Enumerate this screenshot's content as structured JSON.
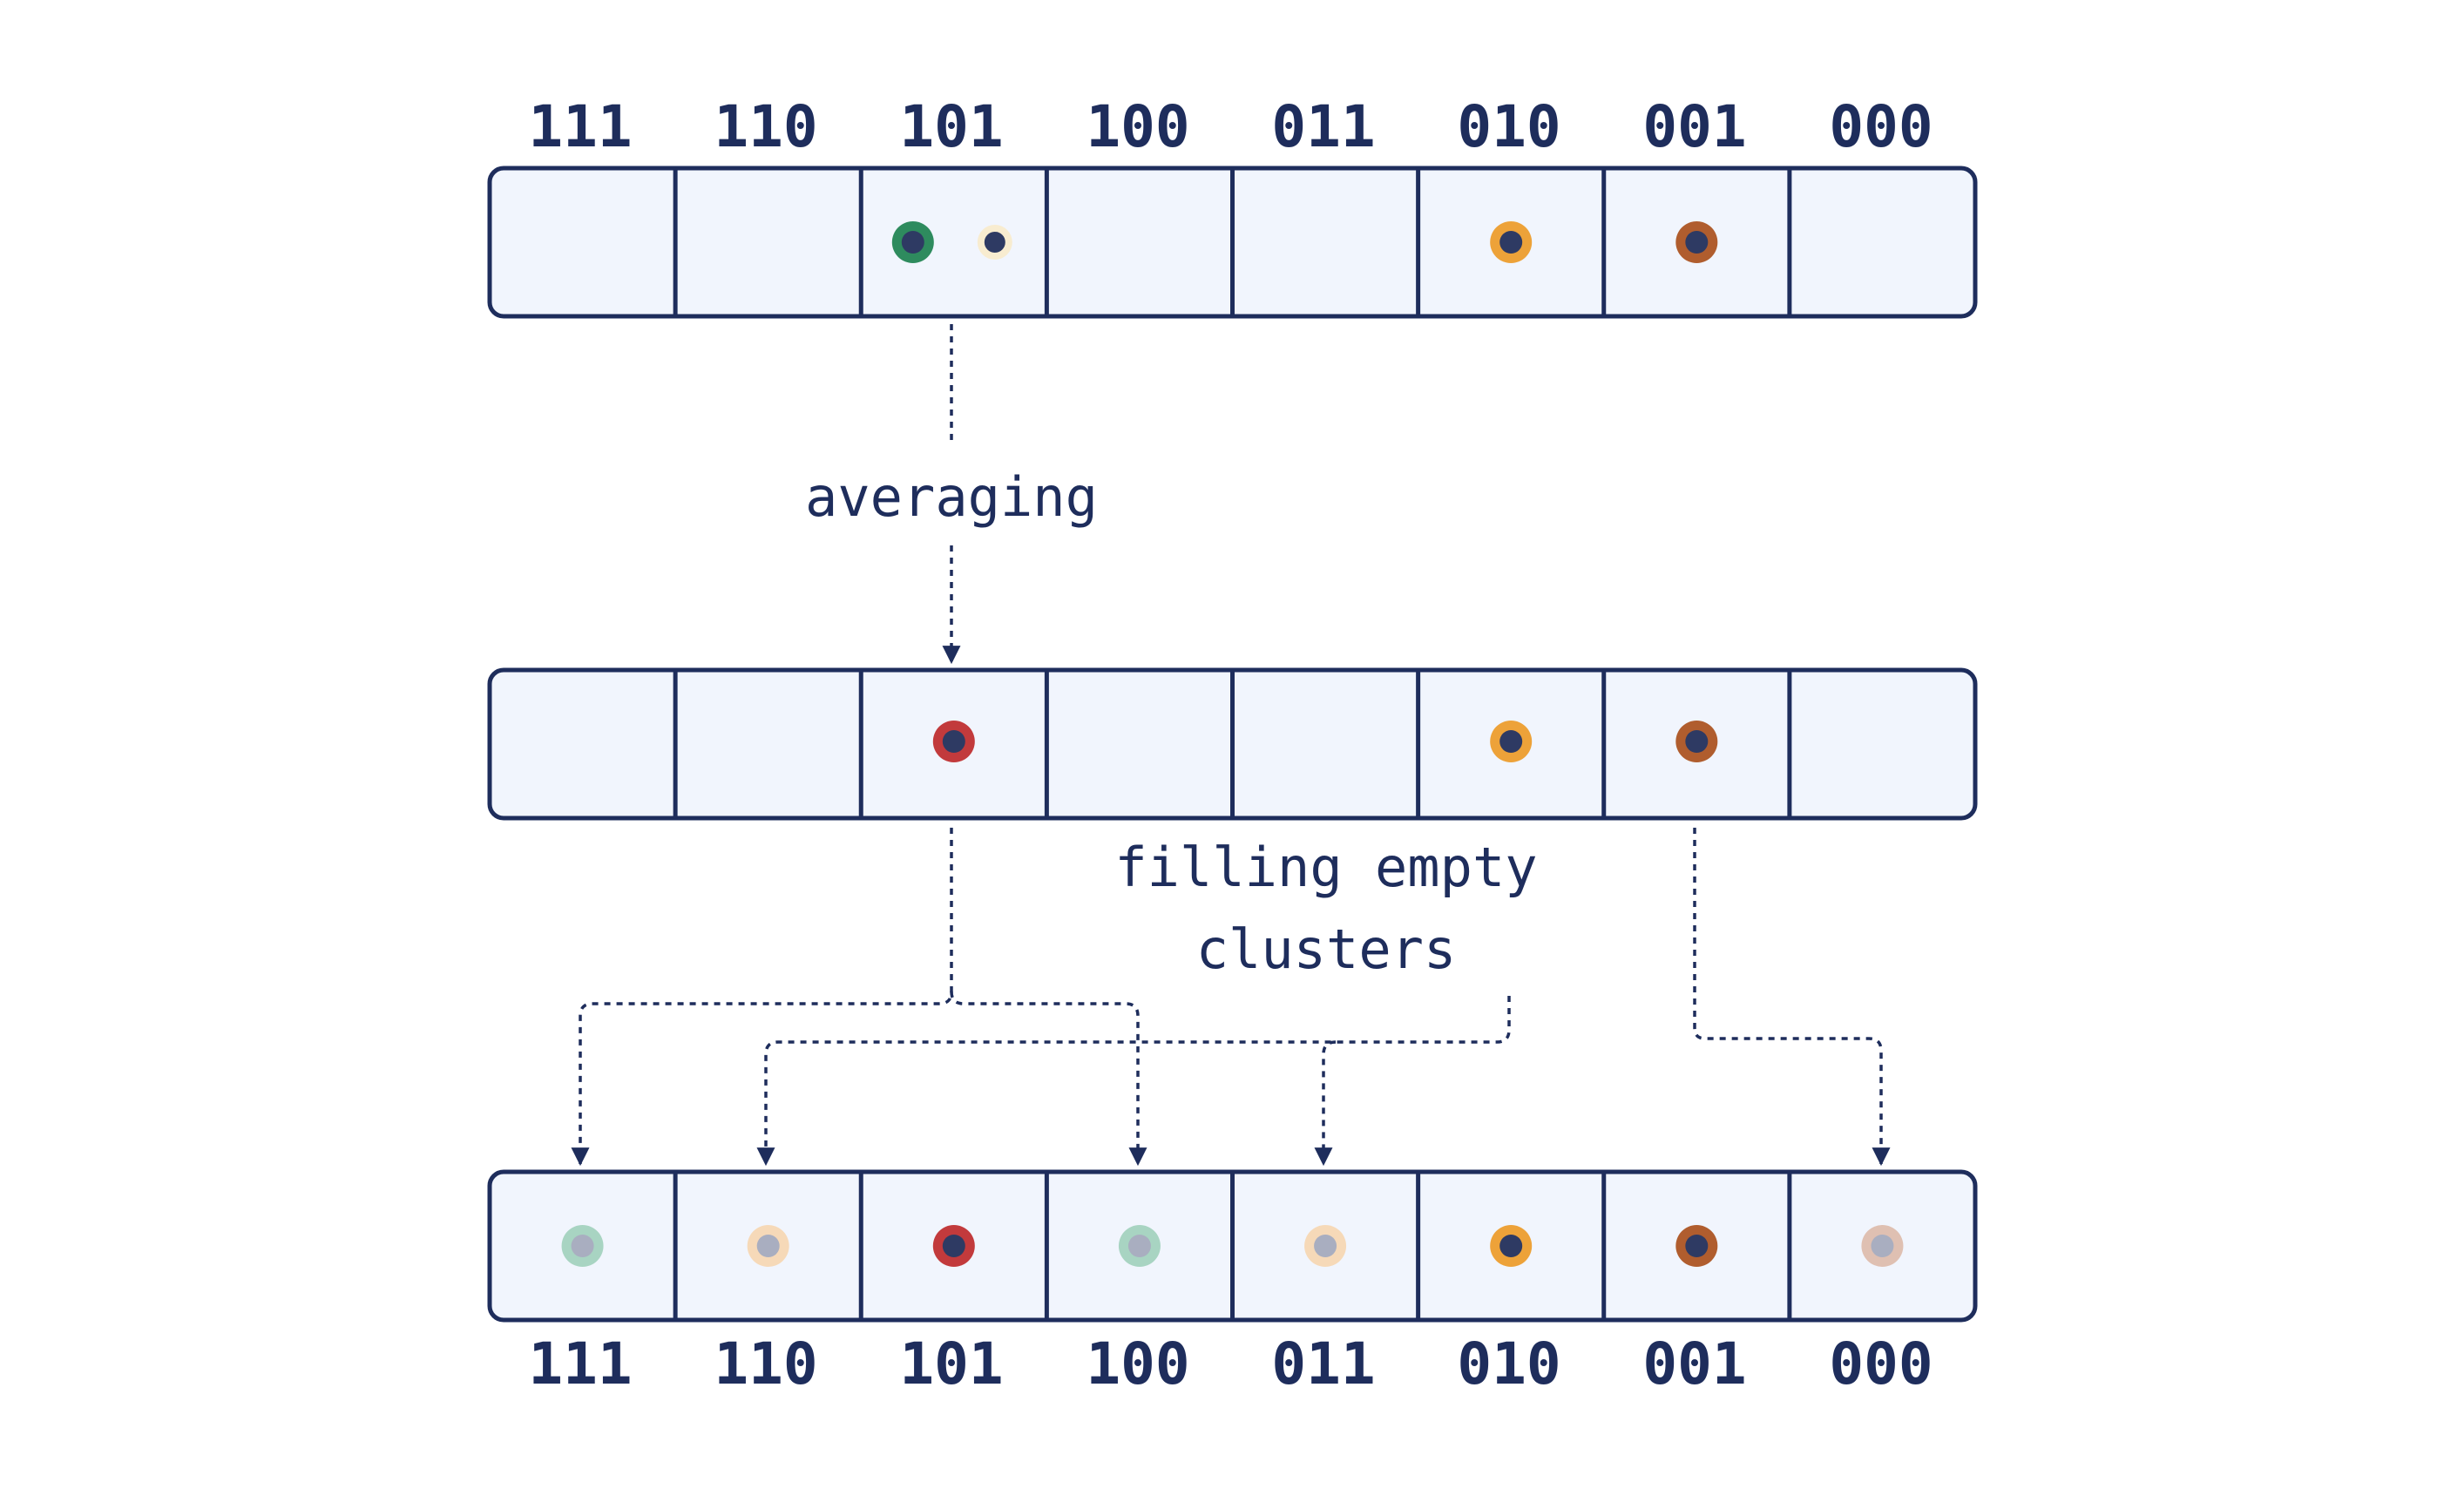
{
  "bucket_labels": [
    "111",
    "110",
    "101",
    "100",
    "011",
    "010",
    "001",
    "000"
  ],
  "steps": {
    "averaging": "averaging",
    "filling_line1": "filling empty",
    "filling_line2": "clusters"
  },
  "colors": {
    "outline": "#1e2d5c",
    "cell_fill": "#f1f5fd",
    "point_center": "#2e3a63",
    "faded_center": "#a9aec0",
    "green": "#2e8b5e",
    "cream": "#f8ecd0",
    "red": "#c23a3c",
    "orange": "#eda239",
    "brown": "#b05d2e",
    "faded_green": "#a8d4c2",
    "faded_peach": "#f6d9b8",
    "faded_brown": "#dfc0b2"
  },
  "rows": [
    {
      "name": "before",
      "points": [
        {
          "cell": 2,
          "slot": "left",
          "ring": "green",
          "center": "point_center"
        },
        {
          "cell": 2,
          "slot": "right",
          "ring": "cream",
          "center": "point_center"
        },
        {
          "cell": 5,
          "slot": "mid",
          "ring": "orange",
          "center": "point_center"
        },
        {
          "cell": 6,
          "slot": "mid",
          "ring": "brown",
          "center": "point_center"
        }
      ]
    },
    {
      "name": "averaged",
      "points": [
        {
          "cell": 2,
          "slot": "mid",
          "ring": "red",
          "center": "point_center"
        },
        {
          "cell": 5,
          "slot": "mid",
          "ring": "orange",
          "center": "point_center"
        },
        {
          "cell": 6,
          "slot": "mid",
          "ring": "brown",
          "center": "point_center"
        }
      ]
    },
    {
      "name": "filled",
      "points": [
        {
          "cell": 0,
          "slot": "mid",
          "ring": "faded_green",
          "center": "faded_center"
        },
        {
          "cell": 1,
          "slot": "mid",
          "ring": "faded_peach",
          "center": "faded_center"
        },
        {
          "cell": 2,
          "slot": "mid",
          "ring": "red",
          "center": "point_center"
        },
        {
          "cell": 3,
          "slot": "mid",
          "ring": "faded_green",
          "center": "faded_center"
        },
        {
          "cell": 4,
          "slot": "mid",
          "ring": "faded_peach",
          "center": "faded_center"
        },
        {
          "cell": 5,
          "slot": "mid",
          "ring": "orange",
          "center": "point_center"
        },
        {
          "cell": 6,
          "slot": "mid",
          "ring": "brown",
          "center": "point_center"
        },
        {
          "cell": 7,
          "slot": "mid",
          "ring": "faded_brown",
          "center": "faded_center"
        }
      ]
    }
  ]
}
